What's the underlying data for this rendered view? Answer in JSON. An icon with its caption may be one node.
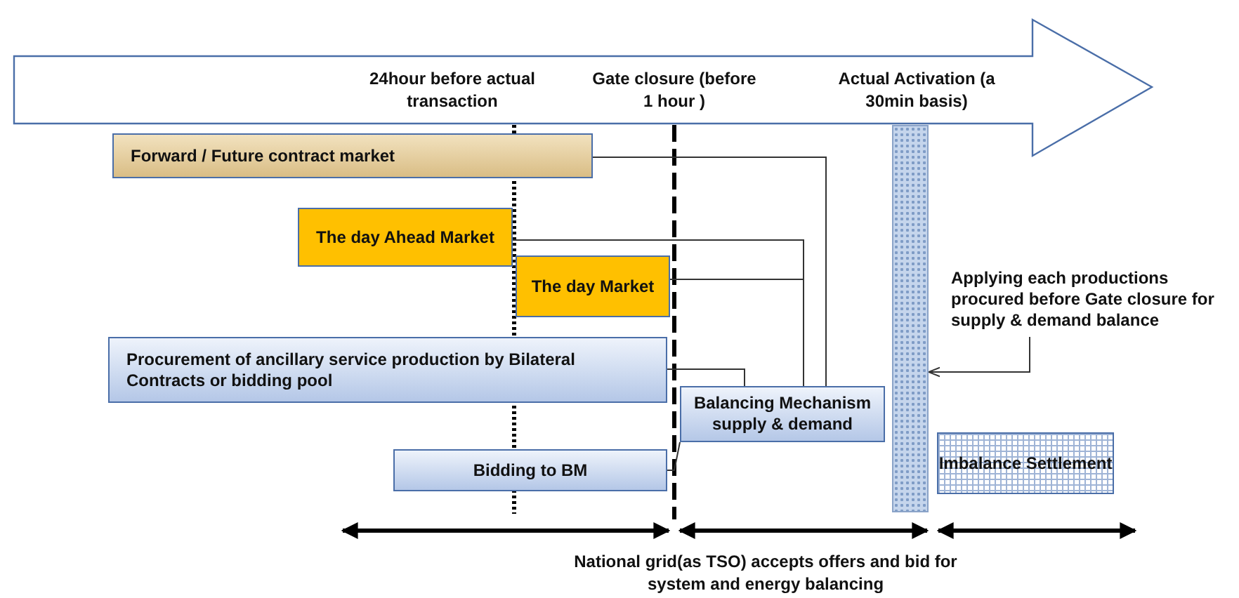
{
  "diagram": {
    "nodes": [
      {
        "text": [
          "Forward / Future contract market"
        ]
      },
      {
        "text": [
          "The day Ahead Market"
        ]
      },
      {
        "text": [
          "The day Market"
        ]
      },
      {
        "text": [
          "Procurement of ancillary service production by Bilateral Contracts or bidding pool"
        ]
      },
      {
        "text": [
          "Balancing Mechanism supply & demand"
        ]
      },
      {
        "text": [
          "Bidding to BM"
        ]
      },
      {
        "text": [
          "Imbalance Settlement"
        ]
      },
      {
        "text": [
          "Applying each productions procured before Gate closure for supply & demand balance"
        ]
      },
      {
        "text": [],
        "shape": "bar"
      }
    ],
    "edges": [
      {
        "from": 0,
        "to": 4,
        "arrow": "none"
      },
      {
        "from": 1,
        "to": 4,
        "arrow": "none"
      },
      {
        "from": 2,
        "to": 4,
        "arrow": "none"
      },
      {
        "from": 3,
        "to": 4,
        "arrow": "none"
      },
      {
        "from": 5,
        "to": 4,
        "arrow": "none"
      },
      {
        "from": 7,
        "to": 8,
        "arrow": "to"
      }
    ],
    "labels": [
      "24hour before actual transaction",
      "Gate closure (before 1 hour )",
      "Actual Activation (a 30min basis)",
      "National grid(as TSO) accepts offers and bid for system and energy balancing"
    ]
  }
}
